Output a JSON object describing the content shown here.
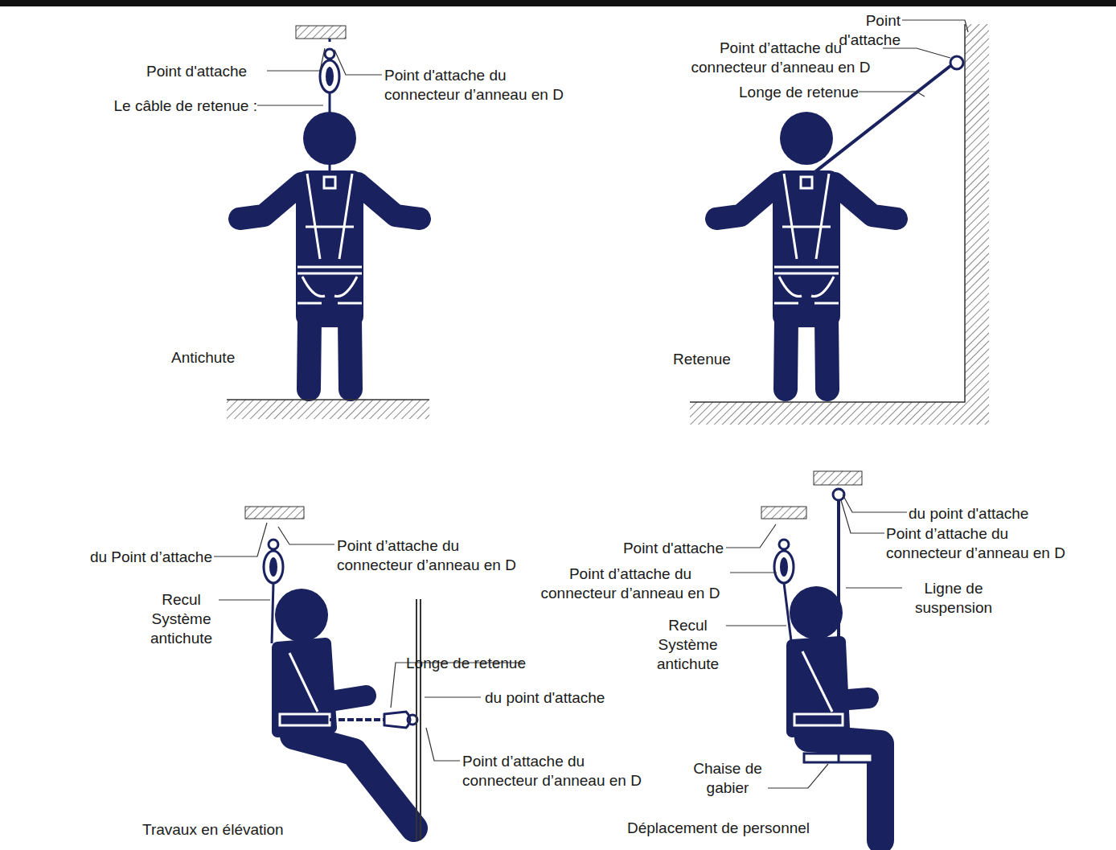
{
  "diagram": {
    "labels": [
      "Point d'attache",
      "Point d'attache du connecteur d’anneau en D",
      "Le câble de retenue :",
      "Antichute",
      "Point d'attache",
      "Point d’attache du connecteur d’anneau en D",
      "Longe de retenue",
      "Retenue",
      "du Point d’attache",
      "Point d’attache du connecteur d’anneau en D",
      "Recul Système antichute",
      "Longe de retenue",
      "du point d'attache",
      "Point d’attache du connecteur d’anneau en D",
      "Travaux en élévation",
      "du point d'attache",
      "Point d'attache",
      "Point d’attache du connecteur d’anneau en D",
      "Point d’attache du connecteur d’anneau en D",
      "Ligne de suspension",
      "Recul Système antichute",
      "Chaise de gabier",
      "Déplacement de personnel"
    ]
  }
}
